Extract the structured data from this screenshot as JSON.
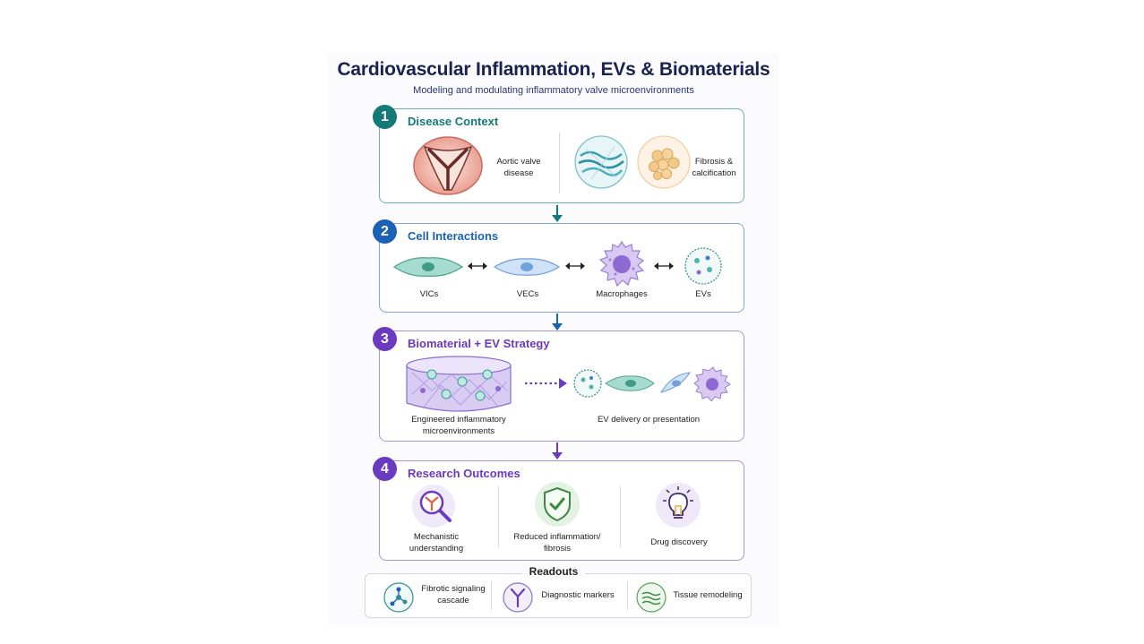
{
  "header": {
    "title": "Cardiovascular Inflammation, EVs & Biomaterials",
    "subtitle": "Modeling and modulating inflammatory valve microenvironments"
  },
  "panels": [
    {
      "number": "1",
      "title": "Disease Context",
      "items": [
        {
          "label": "Aortic valve disease",
          "icon": "aortic-valve-icon"
        },
        {
          "label": "Fibrosis & calcification",
          "icon": "fibrosis-calcification-icon"
        }
      ]
    },
    {
      "number": "2",
      "title": "Cell Interactions",
      "items": [
        {
          "label": "VICs",
          "icon": "vic-cell-icon"
        },
        {
          "label": "VECs",
          "icon": "vec-cell-icon"
        },
        {
          "label": "Macrophages",
          "icon": "macrophage-icon"
        },
        {
          "label": "EVs",
          "icon": "ev-icon"
        }
      ]
    },
    {
      "number": "3",
      "title": "Biomaterial + EV Strategy",
      "items": [
        {
          "label": "Engineered inflammatory microenvironments",
          "icon": "hydrogel-scaffold-icon"
        },
        {
          "label": "EV delivery or presentation",
          "icon": "ev-delivery-icon"
        }
      ]
    },
    {
      "number": "4",
      "title": "Research Outcomes",
      "items": [
        {
          "label": "Mechanistic understanding",
          "icon": "magnifier-icon"
        },
        {
          "label": "Reduced inflammation/ fibrosis",
          "icon": "shield-check-icon"
        },
        {
          "label": "Drug discovery",
          "icon": "lightbulb-icon"
        }
      ]
    }
  ],
  "readouts": {
    "title": "Readouts",
    "items": [
      {
        "label": "Fibrotic signaling cascade",
        "icon": "signaling-network-icon"
      },
      {
        "label": "Diagnostic markers",
        "icon": "antibody-icon"
      },
      {
        "label": "Tissue remodeling",
        "icon": "tissue-icon"
      }
    ]
  },
  "colors": {
    "teal": "#137a78",
    "blue": "#1b62b4",
    "purple": "#6a3ac0",
    "navy": "#1b2250"
  }
}
